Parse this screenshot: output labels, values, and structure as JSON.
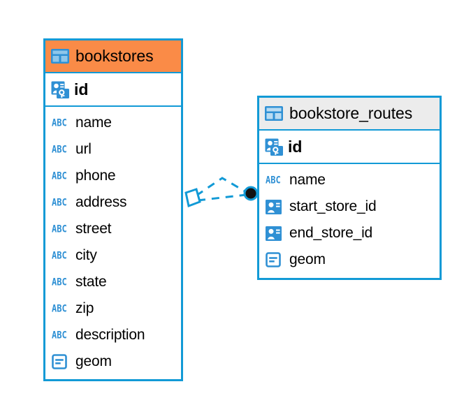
{
  "diagram": {
    "type": "entity-relationship-diagram",
    "colors": {
      "border_blue": "#129ad6",
      "icon_blue": "#2f90d4",
      "header_accent_orange": "#fa8b47",
      "header_plain_gray": "#ececec",
      "connector_blue": "#129ad6",
      "endpoint_dark": "#111111",
      "text_black": "#000000"
    },
    "entities": [
      {
        "name": "bookstores",
        "header_icon": "table-grid-icon",
        "header_style": "accent",
        "primary_key": {
          "label": "id",
          "icon": "primary-key-icon"
        },
        "fields": [
          {
            "label": "name",
            "icon": "text-type-icon",
            "icon_text": "ABC"
          },
          {
            "label": "url",
            "icon": "text-type-icon",
            "icon_text": "ABC"
          },
          {
            "label": "phone",
            "icon": "text-type-icon",
            "icon_text": "ABC"
          },
          {
            "label": "address",
            "icon": "text-type-icon",
            "icon_text": "ABC"
          },
          {
            "label": "street",
            "icon": "text-type-icon",
            "icon_text": "ABC"
          },
          {
            "label": "city",
            "icon": "text-type-icon",
            "icon_text": "ABC"
          },
          {
            "label": "state",
            "icon": "text-type-icon",
            "icon_text": "ABC"
          },
          {
            "label": "zip",
            "icon": "text-type-icon",
            "icon_text": "ABC"
          },
          {
            "label": "description",
            "icon": "text-type-icon",
            "icon_text": "ABC"
          },
          {
            "label": "geom",
            "icon": "geometry-type-icon",
            "icon_text": ""
          }
        ]
      },
      {
        "name": "bookstore_routes",
        "header_icon": "table-grid-icon",
        "header_style": "plain",
        "primary_key": {
          "label": "id",
          "icon": "primary-key-icon"
        },
        "fields": [
          {
            "label": "name",
            "icon": "text-type-icon",
            "icon_text": "ABC"
          },
          {
            "label": "start_store_id",
            "icon": "foreign-key-icon",
            "icon_text": ""
          },
          {
            "label": "end_store_id",
            "icon": "foreign-key-icon",
            "icon_text": ""
          },
          {
            "label": "geom",
            "icon": "geometry-type-icon",
            "icon_text": ""
          }
        ]
      }
    ],
    "relationship": {
      "from_entity": "bookstores",
      "to_entity": "bookstore_routes",
      "line_style": "dashed",
      "source_endpoint": "diamond-endpoint",
      "target_endpoint": "filled-circle-endpoint"
    }
  }
}
